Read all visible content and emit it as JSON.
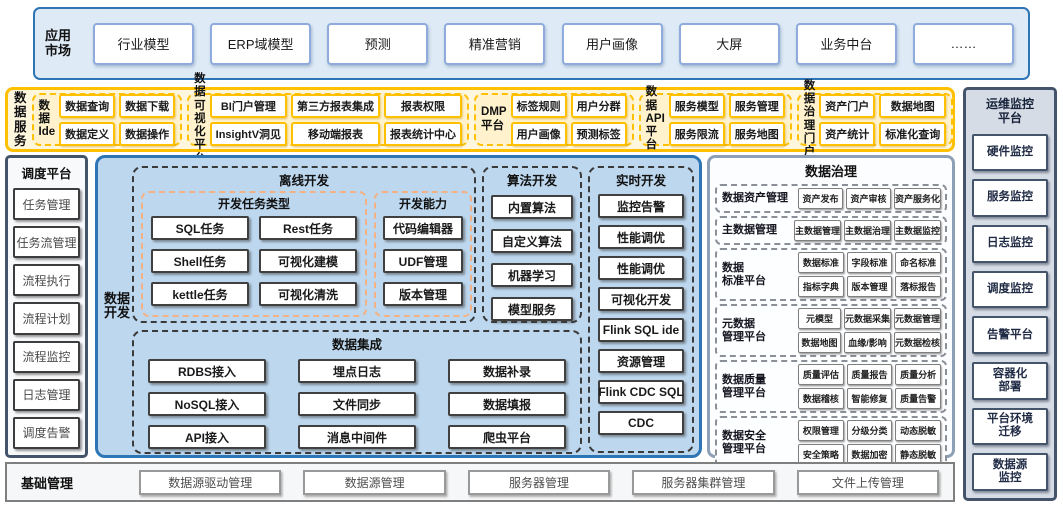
{
  "colors": {
    "blue_border": "#2E75B6",
    "blue_fill": "#DEEBF7",
    "panel_blue_fill": "#BDD7EE",
    "box_blue_border": "#8FAADC",
    "gold_border": "#FFC000",
    "gold_fill": "#FFF2CC",
    "salmon_dashed": "#F4B183",
    "slate_border": "#44546A",
    "slate_fill": "#D6DCE5",
    "governance_border": "#8EA0B8",
    "gray_border": "#7F7F7F"
  },
  "app_market": {
    "label": "应用\n市场",
    "items": [
      "行业模型",
      "ERP域模型",
      "预测",
      "精准营销",
      "用户画像",
      "大屏",
      "业务中台",
      "……"
    ]
  },
  "data_services": {
    "label": "数据\n服务",
    "groups": [
      {
        "label": "数据\nIde",
        "items": [
          "数据查询",
          "数据下载",
          "数据定义",
          "数据操作"
        ]
      },
      {
        "label": "数据可\n视化平台",
        "items": [
          "BI门户管理",
          "第三方报表集成",
          "报表权限",
          "InsightV洞见",
          "移动端报表",
          "报表统计中心"
        ]
      },
      {
        "label": "DMP\n平台",
        "items": [
          "标签规则",
          "用户分群",
          "用户画像",
          "预测标签"
        ]
      },
      {
        "label": "数据API\n平台",
        "items": [
          "服务模型",
          "服务管理",
          "服务限流",
          "服务地图"
        ]
      },
      {
        "label": "数据治理\n门户",
        "items": [
          "资产门户",
          "数据地图",
          "资产统计",
          "标准化查询"
        ]
      }
    ]
  },
  "ops_monitor": {
    "label": "运维监控\n平台",
    "items": [
      "硬件监控",
      "服务监控",
      "日志监控",
      "调度监控",
      "告警平台",
      "容器化\n部署",
      "平台环境\n迁移",
      "数据源\n监控"
    ]
  },
  "scheduler": {
    "label": "调度平台",
    "items": [
      "任务管理",
      "任务流管理",
      "流程执行",
      "流程计划",
      "流程监控",
      "日志管理",
      "调度告警"
    ]
  },
  "data_dev": {
    "label": "数据\n开发",
    "offline": {
      "title": "离线开发",
      "task_types": {
        "title": "开发任务类型",
        "items": [
          "SQL任务",
          "Rest任务",
          "Shell任务",
          "可视化建模",
          "kettle任务",
          "可视化清洗"
        ]
      },
      "capabilities": {
        "title": "开发能力",
        "items": [
          "代码编辑器",
          "UDF管理",
          "版本管理"
        ]
      }
    },
    "algorithm": {
      "title": "算法开发",
      "items": [
        "内置算法",
        "自定义算法",
        "机器学习",
        "模型服务"
      ]
    },
    "realtime": {
      "title": "实时开发",
      "items": [
        "监控告警",
        "性能调优",
        "性能调优",
        "可视化开发",
        "Flink SQL ide",
        "资源管理",
        "Flink CDC SQL",
        "CDC"
      ]
    },
    "integration": {
      "title": "数据集成",
      "items": [
        "RDBS接入",
        "埋点日志",
        "数据补录",
        "NoSQL接入",
        "文件同步",
        "数据填报",
        "API接入",
        "消息中间件",
        "爬虫平台"
      ]
    }
  },
  "governance": {
    "title": "数据治理",
    "sections": [
      {
        "label": "数据资产管理",
        "items": [
          "资产发布",
          "资产审核",
          "资产服务化"
        ]
      },
      {
        "label": "主数据管理",
        "items": [
          "主数据管理",
          "主数据治理",
          "主数据监控"
        ]
      },
      {
        "label": "数据\n标准平台",
        "items": [
          "数据标准",
          "字段标准",
          "命名标准",
          "指标字典",
          "版本管理",
          "落标报告"
        ]
      },
      {
        "label": "元数据\n管理平台",
        "items": [
          "元模型",
          "元数据采集",
          "元数据管理",
          "数据地图",
          "血缘/影响",
          "元数据检核"
        ]
      },
      {
        "label": "数据质量\n管理平台",
        "items": [
          "质量评估",
          "质量报告",
          "质量分析",
          "数据稽核",
          "智能修复",
          "质量告警"
        ]
      },
      {
        "label": "数据安全\n管理平台",
        "items": [
          "权限管理",
          "分级分类",
          "动态脱敏",
          "安全策略",
          "数据加密",
          "静态脱敏"
        ]
      }
    ]
  },
  "base_mgmt": {
    "label": "基础管理",
    "items": [
      "数据源驱动管理",
      "数据源管理",
      "服务器管理",
      "服务器集群管理",
      "文件上传管理"
    ]
  }
}
